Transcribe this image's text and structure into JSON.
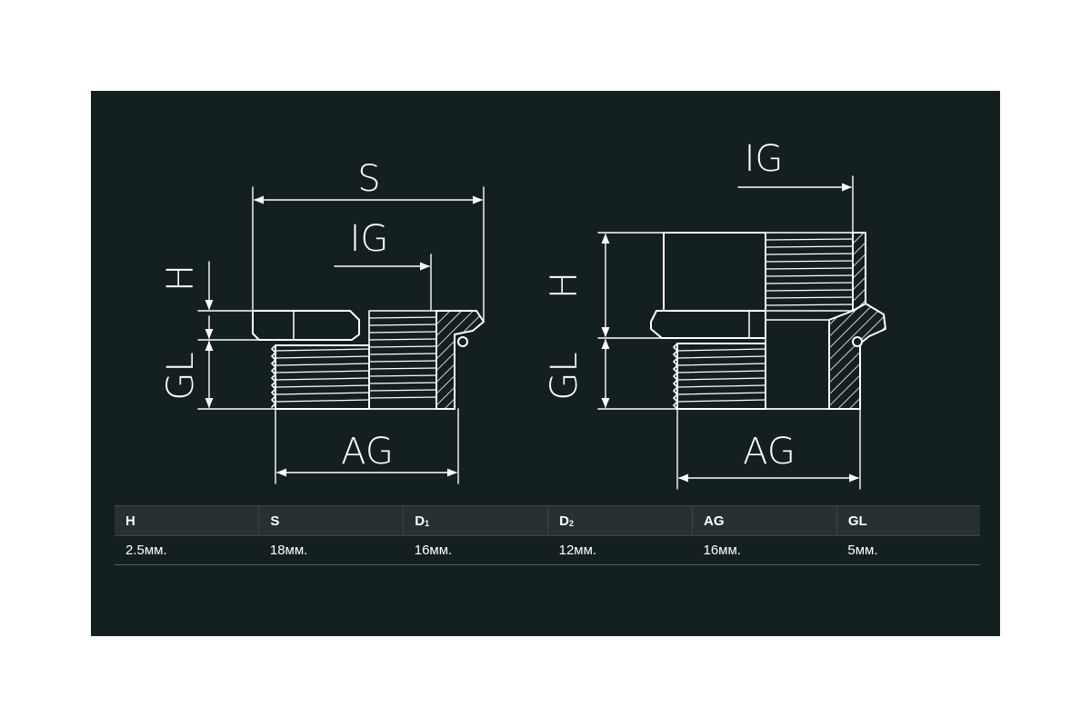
{
  "drawing": {
    "left_fitting": {
      "labels": {
        "s": "S",
        "ig": "IG",
        "h": "H",
        "gl": "GL",
        "ag": "AG"
      }
    },
    "right_fitting": {
      "labels": {
        "ig": "IG",
        "h": "H",
        "gl": "GL",
        "ag": "AG"
      }
    }
  },
  "colors": {
    "background": "#142020",
    "line": "#ffffff",
    "header": "#283131"
  },
  "spec_table": {
    "headers": [
      {
        "main": "H",
        "sub": ""
      },
      {
        "main": "S",
        "sub": ""
      },
      {
        "main": "D",
        "sub": "1"
      },
      {
        "main": "D",
        "sub": "2"
      },
      {
        "main": "AG",
        "sub": ""
      },
      {
        "main": "GL",
        "sub": ""
      }
    ],
    "values": [
      "2.5мм.",
      "18мм.",
      "16мм.",
      "12мм.",
      "16мм.",
      "5мм."
    ]
  }
}
